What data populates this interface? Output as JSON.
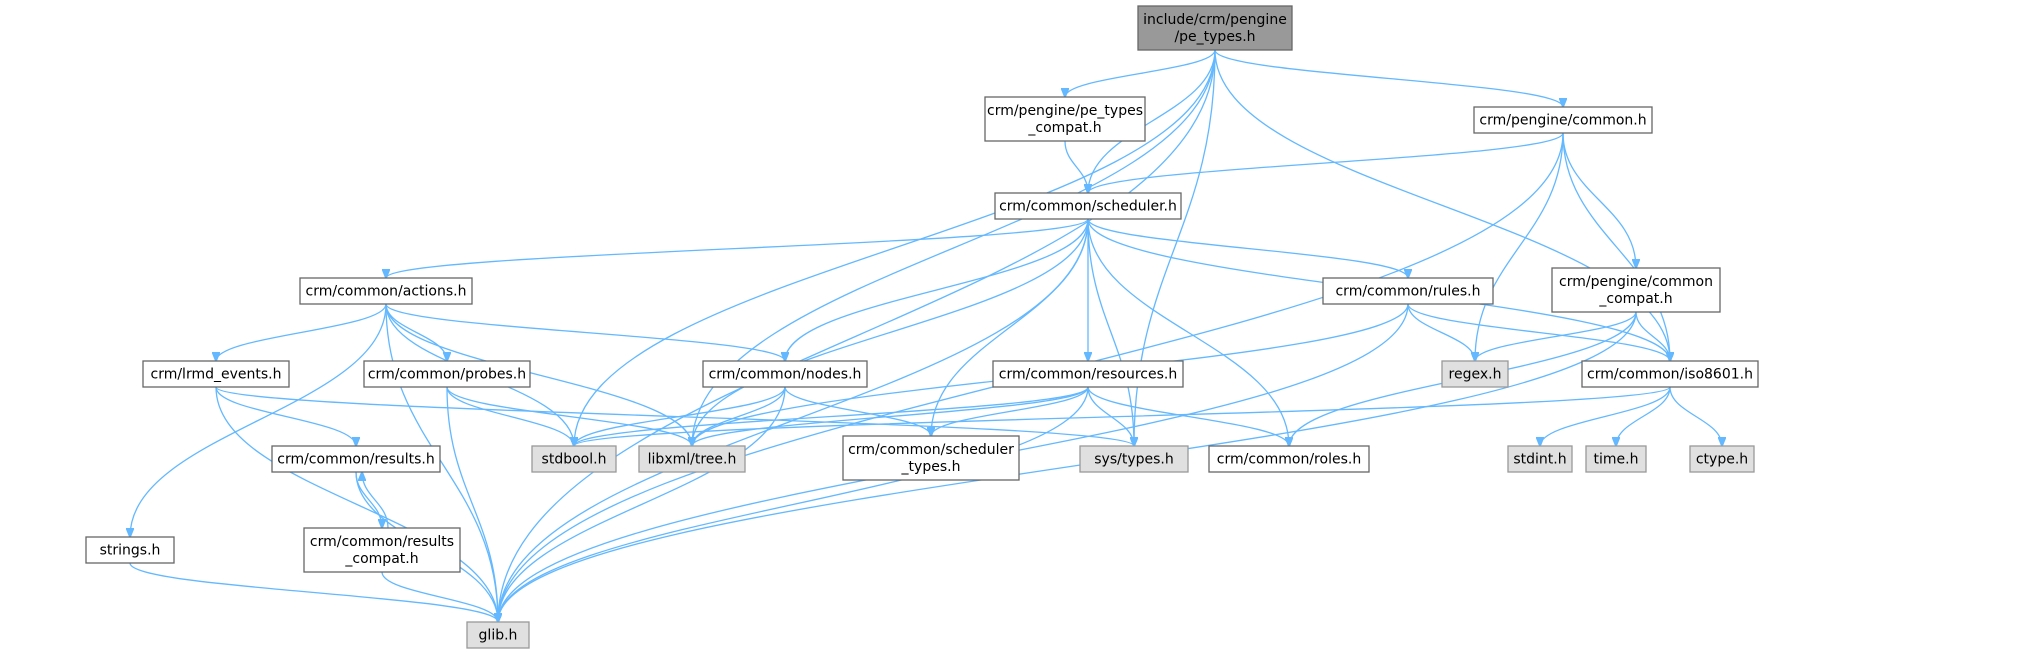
{
  "diagram": {
    "colors": {
      "edge": "#63b8ff",
      "root_fill": "#999999",
      "local_fill": "#ffffff",
      "system_fill": "#e0e0e0",
      "border": "#666666"
    },
    "nodes": [
      {
        "id": "pe_types",
        "kind": "root",
        "lines": [
          "include/crm/pengine",
          "/pe_types.h"
        ]
      },
      {
        "id": "pe_types_compat",
        "kind": "local",
        "lines": [
          "crm/pengine/pe_types",
          "_compat.h"
        ]
      },
      {
        "id": "pengine_common",
        "kind": "local",
        "lines": [
          "crm/pengine/common.h"
        ]
      },
      {
        "id": "scheduler",
        "kind": "local",
        "lines": [
          "crm/common/scheduler.h"
        ]
      },
      {
        "id": "actions",
        "kind": "local",
        "lines": [
          "crm/common/actions.h"
        ]
      },
      {
        "id": "rules",
        "kind": "local",
        "lines": [
          "crm/common/rules.h"
        ]
      },
      {
        "id": "pengine_common_compat",
        "kind": "local",
        "lines": [
          "crm/pengine/common",
          "_compat.h"
        ]
      },
      {
        "id": "lrmd_events",
        "kind": "local",
        "lines": [
          "crm/lrmd_events.h"
        ]
      },
      {
        "id": "probes",
        "kind": "local",
        "lines": [
          "crm/common/probes.h"
        ]
      },
      {
        "id": "nodes",
        "kind": "local",
        "lines": [
          "crm/common/nodes.h"
        ]
      },
      {
        "id": "resources",
        "kind": "local",
        "lines": [
          "crm/common/resources.h"
        ]
      },
      {
        "id": "regex",
        "kind": "sys",
        "lines": [
          "regex.h"
        ]
      },
      {
        "id": "iso8601",
        "kind": "local",
        "lines": [
          "crm/common/iso8601.h"
        ]
      },
      {
        "id": "results",
        "kind": "local",
        "lines": [
          "crm/common/results.h"
        ]
      },
      {
        "id": "stdbool",
        "kind": "sys",
        "lines": [
          "stdbool.h"
        ]
      },
      {
        "id": "libxml_tree",
        "kind": "sys",
        "lines": [
          "libxml/tree.h"
        ]
      },
      {
        "id": "scheduler_types",
        "kind": "local",
        "lines": [
          "crm/common/scheduler",
          "_types.h"
        ]
      },
      {
        "id": "sys_types",
        "kind": "sys",
        "lines": [
          "sys/types.h"
        ]
      },
      {
        "id": "roles",
        "kind": "local",
        "lines": [
          "crm/common/roles.h"
        ]
      },
      {
        "id": "stdint",
        "kind": "sys",
        "lines": [
          "stdint.h"
        ]
      },
      {
        "id": "time",
        "kind": "sys",
        "lines": [
          "time.h"
        ]
      },
      {
        "id": "ctype",
        "kind": "sys",
        "lines": [
          "ctype.h"
        ]
      },
      {
        "id": "strings",
        "kind": "local",
        "lines": [
          "strings.h"
        ]
      },
      {
        "id": "results_compat",
        "kind": "local",
        "lines": [
          "crm/common/results",
          "_compat.h"
        ]
      },
      {
        "id": "glib",
        "kind": "sys",
        "lines": [
          "glib.h"
        ]
      }
    ],
    "edges": [
      [
        "pe_types",
        "pe_types_compat"
      ],
      [
        "pe_types",
        "pengine_common"
      ],
      [
        "pe_types",
        "scheduler"
      ],
      [
        "pe_types",
        "stdbool"
      ],
      [
        "pe_types",
        "libxml_tree"
      ],
      [
        "pe_types",
        "sys_types"
      ],
      [
        "pe_types",
        "iso8601"
      ],
      [
        "pe_types",
        "glib"
      ],
      [
        "pe_types_compat",
        "scheduler"
      ],
      [
        "pengine_common",
        "scheduler"
      ],
      [
        "pengine_common",
        "regex"
      ],
      [
        "pengine_common",
        "pengine_common_compat"
      ],
      [
        "pengine_common",
        "iso8601"
      ],
      [
        "pengine_common",
        "glib"
      ],
      [
        "scheduler",
        "actions"
      ],
      [
        "scheduler",
        "nodes"
      ],
      [
        "scheduler",
        "resources"
      ],
      [
        "scheduler",
        "rules"
      ],
      [
        "scheduler",
        "iso8601"
      ],
      [
        "scheduler",
        "libxml_tree"
      ],
      [
        "scheduler",
        "scheduler_types"
      ],
      [
        "scheduler",
        "sys_types"
      ],
      [
        "scheduler",
        "roles"
      ],
      [
        "scheduler",
        "glib"
      ],
      [
        "actions",
        "lrmd_events"
      ],
      [
        "actions",
        "probes"
      ],
      [
        "actions",
        "nodes"
      ],
      [
        "actions",
        "stdbool"
      ],
      [
        "actions",
        "libxml_tree"
      ],
      [
        "actions",
        "strings"
      ],
      [
        "actions",
        "glib"
      ],
      [
        "rules",
        "regex"
      ],
      [
        "rules",
        "iso8601"
      ],
      [
        "rules",
        "libxml_tree"
      ],
      [
        "rules",
        "glib"
      ],
      [
        "pengine_common_compat",
        "regex"
      ],
      [
        "pengine_common_compat",
        "iso8601"
      ],
      [
        "pengine_common_compat",
        "roles"
      ],
      [
        "pengine_common_compat",
        "glib"
      ],
      [
        "lrmd_events",
        "results"
      ],
      [
        "lrmd_events",
        "sys_types"
      ],
      [
        "lrmd_events",
        "glib"
      ],
      [
        "probes",
        "stdbool"
      ],
      [
        "probes",
        "libxml_tree"
      ],
      [
        "probes",
        "glib"
      ],
      [
        "nodes",
        "stdbool"
      ],
      [
        "nodes",
        "libxml_tree"
      ],
      [
        "nodes",
        "scheduler_types"
      ],
      [
        "nodes",
        "glib"
      ],
      [
        "resources",
        "stdbool"
      ],
      [
        "resources",
        "libxml_tree"
      ],
      [
        "resources",
        "scheduler_types"
      ],
      [
        "resources",
        "sys_types"
      ],
      [
        "resources",
        "roles"
      ],
      [
        "resources",
        "glib"
      ],
      [
        "iso8601",
        "stdbool"
      ],
      [
        "iso8601",
        "stdint"
      ],
      [
        "iso8601",
        "time"
      ],
      [
        "iso8601",
        "ctype"
      ],
      [
        "results",
        "results_compat"
      ],
      [
        "results",
        "glib"
      ],
      [
        "results_compat",
        "results"
      ],
      [
        "results_compat",
        "glib"
      ],
      [
        "strings",
        "glib"
      ]
    ]
  }
}
